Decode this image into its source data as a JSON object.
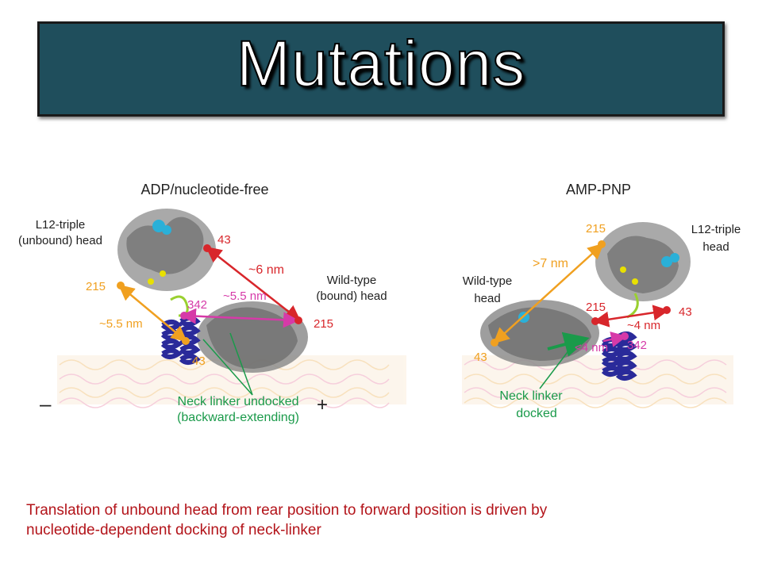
{
  "title": "Mutations",
  "left_panel": {
    "heading": "ADP/nucleotide-free",
    "label_l12_line1": "L12-triple",
    "label_l12_line2": "(unbound) head",
    "label_wild_line1": "Wild-type",
    "label_wild_line2": "(bound) head",
    "res_43_top": "43",
    "res_215_left": "215",
    "res_342": "342",
    "res_215_right": "215",
    "res_43_bottom": "43",
    "dist_6": "~6 nm",
    "dist_55_pink": "~5.5 nm",
    "dist_55_orange": "~5.5 nm",
    "neck_line1": "Neck linker undocked",
    "neck_line2": "(backward-extending)",
    "minus": "–",
    "plus": "+"
  },
  "right_panel": {
    "heading": "AMP-PNP",
    "label_l12_line1": "L12-triple",
    "label_l12_line2": "head",
    "label_wild_line1": "Wild-type",
    "label_wild_line2": "head",
    "res_215_top": "215",
    "res_215_mid": "215",
    "res_43_right": "43",
    "res_342": "342",
    "res_43_left": "43",
    "dist_7": ">7 nm",
    "dist_4_red": "~4 nm",
    "dist_4_green": "<4 nm",
    "neck_line1": "Neck linker",
    "neck_line2": "docked"
  },
  "caption": {
    "line1": "Translation of unbound head from rear position to forward position is driven by",
    "line2": "nucleotide-dependent  docking of neck-linker"
  },
  "colors": {
    "title_bg": "#1f4e5c",
    "red": "#d8262b",
    "orange": "#f0a020",
    "pink": "#d63aa8",
    "green": "#1a9a4a",
    "caption": "#b3141a"
  }
}
